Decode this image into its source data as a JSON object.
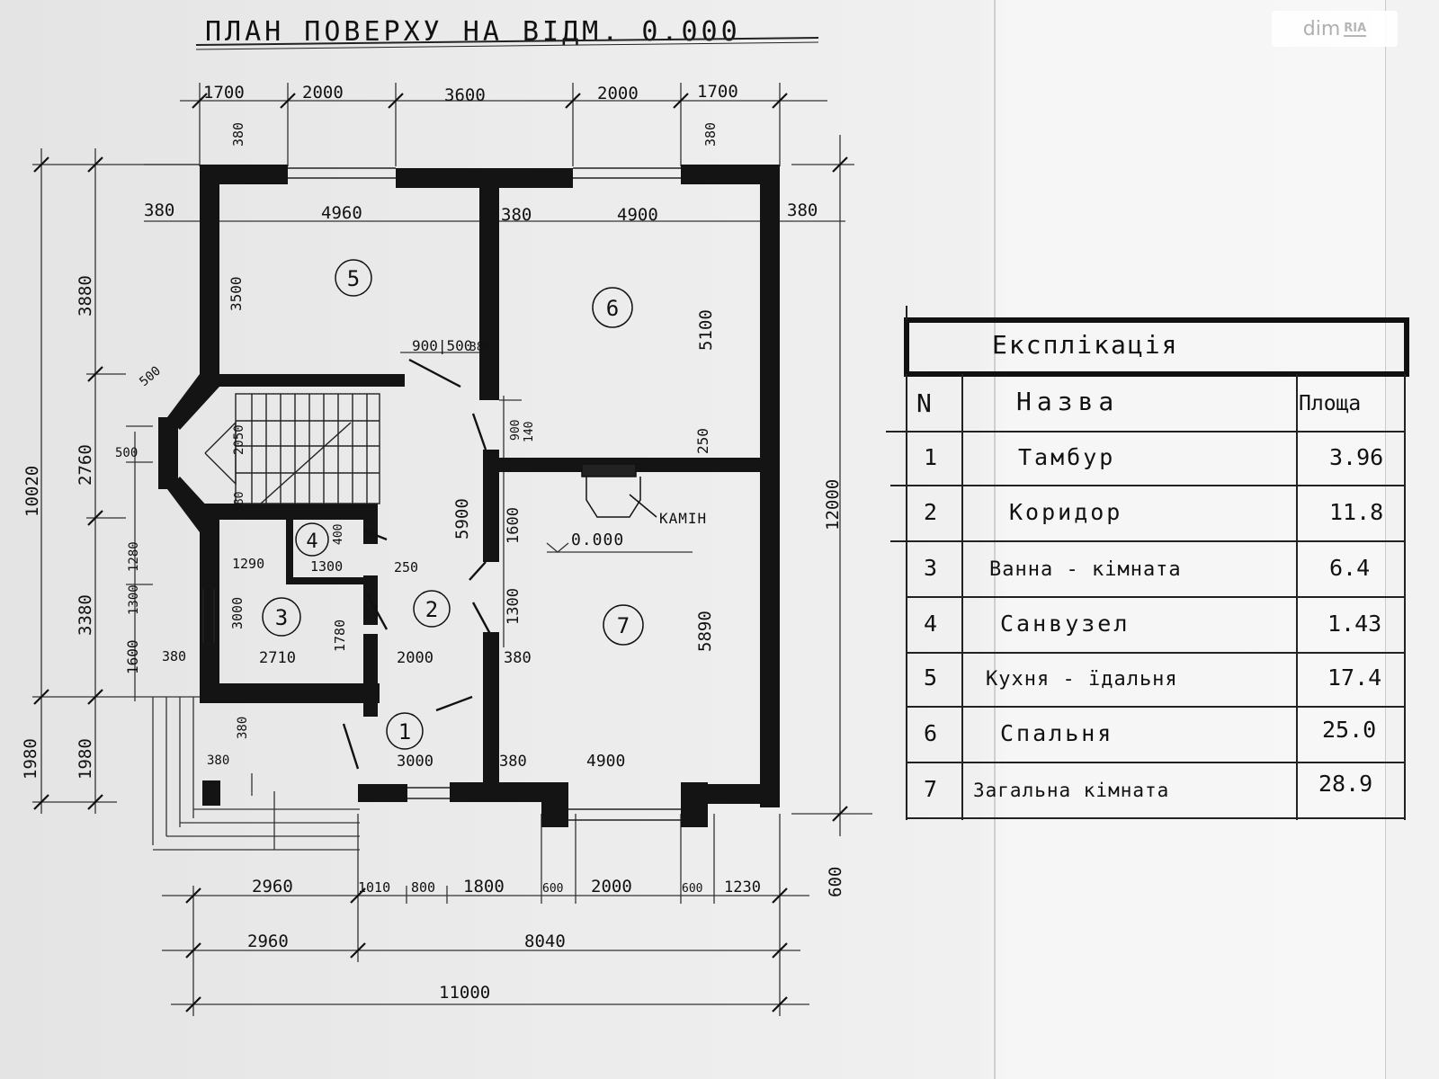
{
  "title": "ПЛАН ПОВЕРХУ НА ВІДМ. 0.000",
  "watermark": {
    "text": "dim",
    "brand": "RIA"
  },
  "dims_top": [
    "1700",
    "2000",
    "3600",
    "2000",
    "1700"
  ],
  "dims_inner_top": [
    "380",
    "4960",
    "380",
    "4900",
    "380"
  ],
  "dims_left_outer": [
    "10020",
    "1980"
  ],
  "dims_left_inner": [
    "3880",
    "2760",
    "3380",
    "1980"
  ],
  "dims_left_detail": [
    "500",
    "500",
    "1280",
    "1300",
    "1600",
    "380",
    "380",
    "380"
  ],
  "dims_right": "12000",
  "dims_right_bottom": "600",
  "dims_bottom_1": [
    "2960",
    "1010",
    "800",
    "1800",
    "600",
    "2000",
    "600",
    "1230"
  ],
  "dims_bottom_2": [
    "2960",
    "8040"
  ],
  "dims_bottom_3": "11000",
  "inner_dims": {
    "d3500": "3500",
    "d5100": "5100",
    "d250a": "250",
    "d900_500": "900|500",
    "d900_140": "900",
    "d140": "140",
    "d2050": "2050",
    "d5900": "5900",
    "d1600": "1600",
    "d1300a": "1300",
    "d1290": "1290",
    "d1300b": "1300",
    "d250b": "250",
    "d400": "400",
    "d3000v": "3000",
    "d1780": "1780",
    "d2710": "2710",
    "d2000": "2000",
    "d380a": "380",
    "d380b": "380",
    "d5890": "5890",
    "d3000": "3000",
    "d380c": "380",
    "d4900": "4900",
    "d380d": "380",
    "d380e": "380",
    "d380f": "380"
  },
  "level_mark": "0.000",
  "fireplace_label": "КАМІН",
  "room_numbers": [
    "1",
    "2",
    "3",
    "4",
    "5",
    "6",
    "7"
  ],
  "table": {
    "title": "Експлікація",
    "headers": {
      "n": "N",
      "name": "Назва",
      "area": "Площа"
    },
    "rows": [
      {
        "n": "1",
        "name": "Тамбур",
        "area": "3.96"
      },
      {
        "n": "2",
        "name": "Коридор",
        "area": "11.8"
      },
      {
        "n": "3",
        "name": "Ванна - кімната",
        "area": "6.4"
      },
      {
        "n": "4",
        "name": "Санвузел",
        "area": "1.43"
      },
      {
        "n": "5",
        "name": "Кухня - їдальня",
        "area": "17.4"
      },
      {
        "n": "6",
        "name": "Спальня",
        "area": "25.0"
      },
      {
        "n": "7",
        "name": "Загальна кімната",
        "area": "28.9"
      }
    ]
  }
}
